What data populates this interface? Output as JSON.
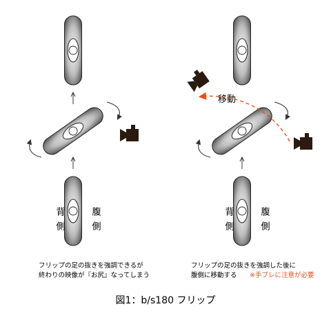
{
  "figure": {
    "caption": "図1：b/s180 フリップ"
  },
  "left_panel": {
    "label_back": "背側",
    "label_belly": "腹側",
    "note_line1": "フリップの足の抜きを強調できるが",
    "note_line2": "終わりの映像が『お尻』なってしまう"
  },
  "right_panel": {
    "label_back": "背側",
    "label_belly": "腹側",
    "move_label": "移動",
    "note_line1": "フリップの足の抜きを強調した後に",
    "note_line2": "腹側に移動する",
    "warning": "※手ブレに注意が必要"
  },
  "colors": {
    "accent": "#e0521f",
    "ink": "#222222",
    "board_dark": "#555555",
    "board_light": "#dddddd"
  },
  "icons": [
    "skateboard-icon",
    "video-camera-icon",
    "rotation-arrow-icon",
    "up-arrow-icon",
    "camera-path-arrow-icon"
  ]
}
